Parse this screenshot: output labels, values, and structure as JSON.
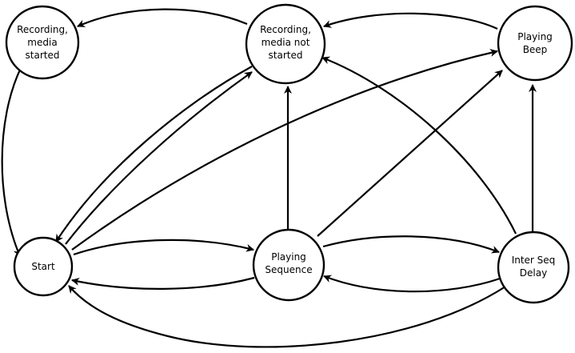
{
  "diagram": {
    "nodes": [
      {
        "id": "rec-media-started",
        "lines": [
          "Recording,",
          "media",
          "started"
        ]
      },
      {
        "id": "rec-media-not-started",
        "lines": [
          "Recording,",
          "media not",
          "started"
        ]
      },
      {
        "id": "playing-beep",
        "lines": [
          "Playing",
          "Beep"
        ]
      },
      {
        "id": "start",
        "lines": [
          "Start"
        ]
      },
      {
        "id": "playing-sequence",
        "lines": [
          "Playing",
          "Sequence"
        ]
      },
      {
        "id": "inter-seq-delay",
        "lines": [
          "Inter Seq",
          "Delay"
        ]
      }
    ],
    "edges": [
      {
        "from": "rec-media-not-started",
        "to": "rec-media-started"
      },
      {
        "from": "playing-beep",
        "to": "rec-media-not-started"
      },
      {
        "from": "rec-media-started",
        "to": "start"
      },
      {
        "from": "rec-media-not-started",
        "to": "start"
      },
      {
        "from": "start",
        "to": "rec-media-not-started"
      },
      {
        "from": "start",
        "to": "playing-beep"
      },
      {
        "from": "start",
        "to": "playing-sequence"
      },
      {
        "from": "playing-sequence",
        "to": "start"
      },
      {
        "from": "playing-sequence",
        "to": "rec-media-not-started"
      },
      {
        "from": "playing-sequence",
        "to": "playing-beep"
      },
      {
        "from": "playing-sequence",
        "to": "inter-seq-delay"
      },
      {
        "from": "inter-seq-delay",
        "to": "playing-sequence"
      },
      {
        "from": "inter-seq-delay",
        "to": "playing-beep"
      },
      {
        "from": "inter-seq-delay",
        "to": "rec-media-not-started"
      },
      {
        "from": "inter-seq-delay",
        "to": "start"
      }
    ]
  }
}
